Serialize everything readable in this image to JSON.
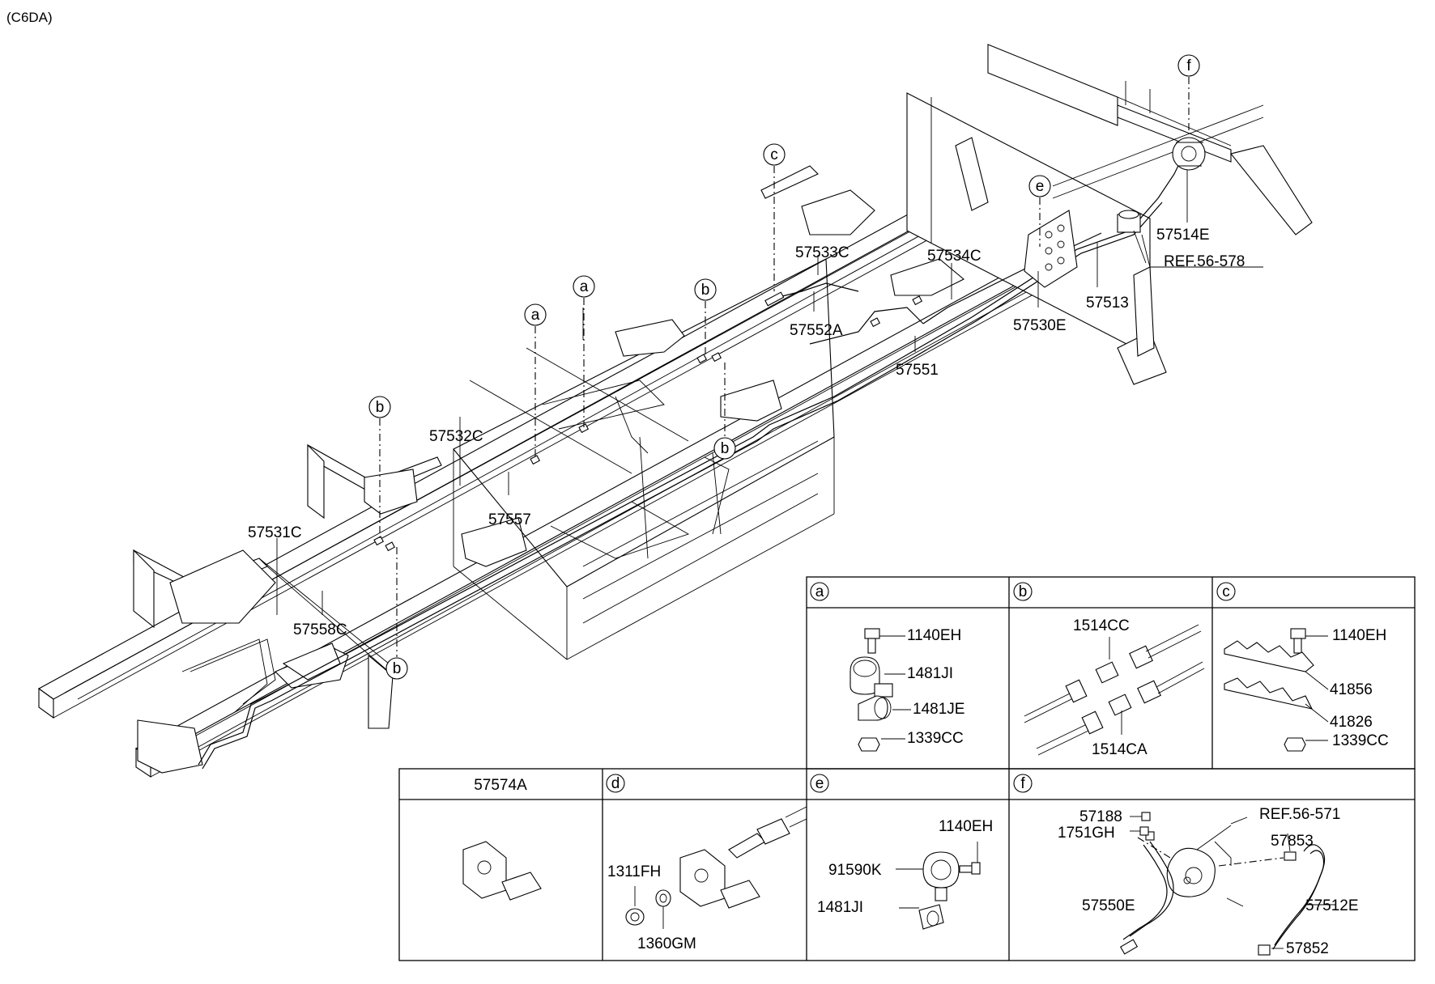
{
  "diagram_code": "(C6DA)",
  "frame_labels": {
    "p57514E": "57514E",
    "ref56578": "REF.56-578",
    "p57513": "57513",
    "p57530E": "57530E",
    "p57533C": "57533C",
    "p57534C": "57534C",
    "p57552A": "57552A",
    "p57551": "57551",
    "p57532C": "57532C",
    "p57557": "57557",
    "p57531C": "57531C",
    "p57558C": "57558C"
  },
  "callouts": {
    "f": "f",
    "e": "e",
    "c": "c",
    "b1": "b",
    "b2": "b",
    "b3": "b",
    "b4": "b",
    "a1": "a",
    "a2": "a"
  },
  "detail_a": {
    "letter": "a",
    "l1": "1140EH",
    "l2": "1481JI",
    "l3": "1481JE",
    "l4": "1339CC"
  },
  "detail_b": {
    "letter": "b",
    "l1": "1514CC",
    "l2": "1514CA"
  },
  "detail_c": {
    "letter": "c",
    "l1": "1140EH",
    "l2": "41856",
    "l3": "41826",
    "l4": "1339CC"
  },
  "detail_57574A": {
    "title": "57574A"
  },
  "detail_d": {
    "letter": "d",
    "l1": "1311FH",
    "l2": "1360GM"
  },
  "detail_e": {
    "letter": "e",
    "l1": "1140EH",
    "l2": "91590K",
    "l3": "1481JI"
  },
  "detail_f": {
    "letter": "f",
    "l1": "REF.56-571",
    "l2": "57188",
    "l3": "1751GH",
    "l4": "57853",
    "l5": "57550E",
    "l6": "57512E",
    "l7": "57852"
  }
}
